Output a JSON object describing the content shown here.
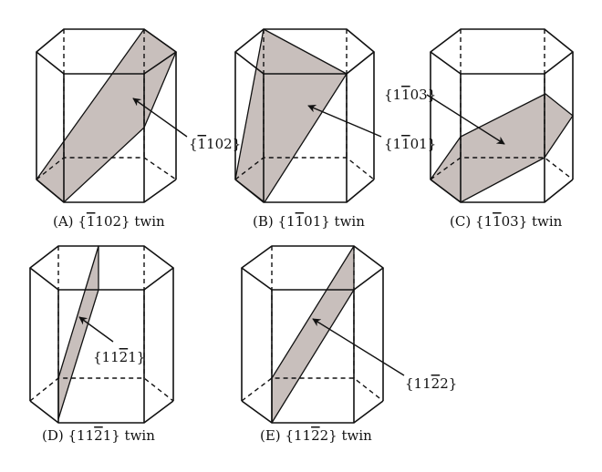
{
  "colors": {
    "plane_fill": "#c8bfbc",
    "line": "#111111",
    "background": "#ffffff"
  },
  "panels": [
    {
      "id": "A",
      "caption": {
        "letter": "(A)",
        "pre": "{",
        "bar": "1",
        "post": "102} twin"
      },
      "plane_label": {
        "pre": "{",
        "bar": "1",
        "post": "102}"
      }
    },
    {
      "id": "B",
      "caption": {
        "letter": "(B)",
        "pre": "{1",
        "bar": "1",
        "post": "01} twin"
      },
      "plane_label": {
        "pre": "{1",
        "bar": "1",
        "post": "01}"
      }
    },
    {
      "id": "C",
      "caption": {
        "letter": "(C)",
        "pre": "{1",
        "bar": "1",
        "post": "03} twin"
      },
      "plane_label": {
        "pre": "{1",
        "bar": "1",
        "post": "03}"
      }
    },
    {
      "id": "D",
      "caption": {
        "letter": "(D)",
        "pre": "{11",
        "bar": "2",
        "post": "1} twin"
      },
      "plane_label": {
        "pre": "{11",
        "bar": "2",
        "post": "1}"
      }
    },
    {
      "id": "E",
      "caption": {
        "letter": "(E)",
        "pre": "{11",
        "bar": "2",
        "post": "2} twin"
      },
      "plane_label": {
        "pre": "{11",
        "bar": "2",
        "post": "2}"
      }
    }
  ]
}
